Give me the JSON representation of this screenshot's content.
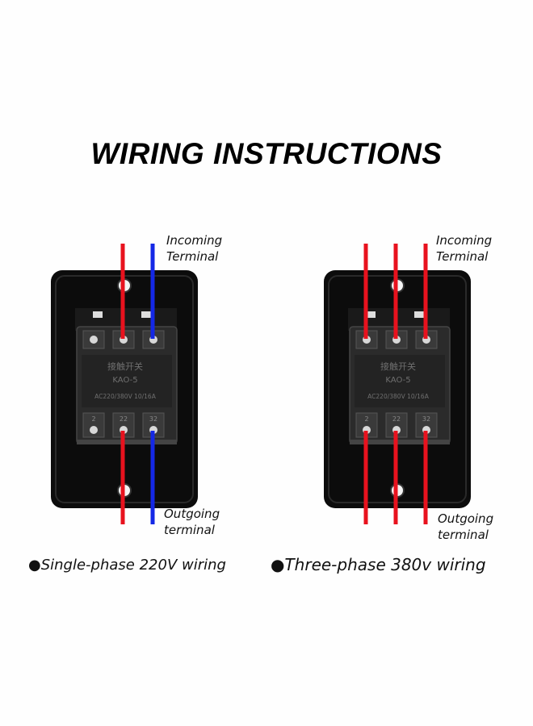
{
  "title": "WIRING INSTRUCTIONS",
  "colors": {
    "live": "#e8121e",
    "neutral": "#1428e6",
    "housing": "#0c0c0c"
  },
  "diagrams": [
    {
      "incoming_label_1": "Incoming",
      "incoming_label_2": "Terminal",
      "outgoing_label_1": "Outgoing",
      "outgoing_label_2": "terminal",
      "bullet": "●",
      "caption": "Single-phase 220V wiring",
      "switch_brand": "接触开关",
      "switch_model": "KAO-5",
      "switch_rating": "AC220/380V 10/16A",
      "top_terminals": [
        "",
        "",
        ""
      ],
      "bottom_terminals": [
        "2",
        "22",
        "32"
      ],
      "incoming_wires": [
        "red",
        "blue"
      ],
      "outgoing_wires": [
        "red",
        "blue"
      ]
    },
    {
      "incoming_label_1": "Incoming",
      "incoming_label_2": "Terminal",
      "outgoing_label_1": "Outgoing",
      "outgoing_label_2": "terminal",
      "bullet": "●",
      "caption": "Three-phase 380v wiring",
      "switch_brand": "接触开关",
      "switch_model": "KAO-5",
      "switch_rating": "AC220/380V 10/16A",
      "top_terminals": [
        "",
        "",
        ""
      ],
      "bottom_terminals": [
        "2",
        "22",
        "32"
      ],
      "incoming_wires": [
        "red",
        "red",
        "red"
      ],
      "outgoing_wires": [
        "red",
        "red",
        "red"
      ]
    }
  ]
}
